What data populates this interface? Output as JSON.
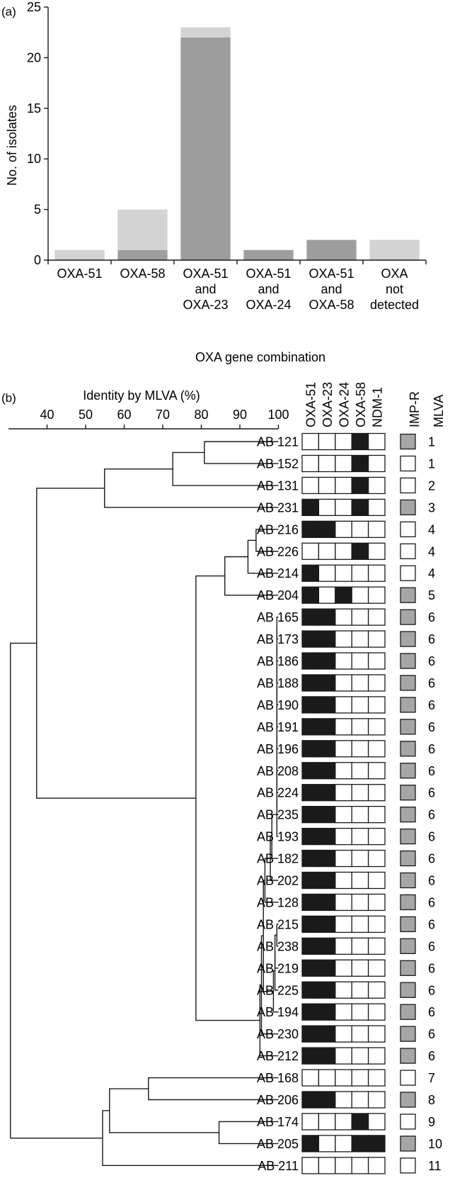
{
  "colors": {
    "light_bar": "#d3d3d3",
    "dark_bar": "#9e9e9e",
    "black_cell": "#1a1a1a",
    "gray_cell": "#a6a6a6",
    "white_cell": "#ffffff",
    "line": "#1a1a1a"
  },
  "chart_data": [
    {
      "type": "bar",
      "panel_label": "(a)",
      "ylabel": "No. of isolates",
      "xlabel": "OXA gene combination",
      "ylim": [
        0,
        25
      ],
      "yticks": [
        "0",
        "5",
        "10",
        "15",
        "20",
        "25"
      ],
      "categories": [
        [
          "OXA-51"
        ],
        [
          "OXA-58"
        ],
        [
          "OXA-51",
          "and",
          "OXA-23"
        ],
        [
          "OXA-51",
          "and",
          "OXA-24"
        ],
        [
          "OXA-51",
          "and",
          "OXA-58"
        ],
        [
          "OXA",
          "not",
          "detected"
        ]
      ],
      "series": [
        {
          "color": "dark",
          "values": [
            0,
            1,
            22,
            1,
            2,
            0
          ]
        },
        {
          "color": "light",
          "values": [
            1,
            4,
            1,
            0,
            0,
            2
          ]
        }
      ]
    },
    {
      "type": "table",
      "panel_label": "(b)",
      "axis_title": "Identity by MLVA (%)",
      "axis_ticks": [
        "40",
        "50",
        "60",
        "70",
        "80",
        "90",
        "100"
      ],
      "axis_range": [
        30,
        100
      ],
      "gene_columns": [
        "OXA-51",
        "OXA-23",
        "OXA-24",
        "OXA-58",
        "NDM-1"
      ],
      "impr_column": "IMP-R",
      "mlva_column": "MLVA",
      "isolates": [
        {
          "name": "AB 121",
          "genes": [
            0,
            0,
            0,
            1,
            0
          ],
          "impr": 1,
          "mlva": "1"
        },
        {
          "name": "AB 152",
          "genes": [
            0,
            0,
            0,
            1,
            0
          ],
          "impr": 0,
          "mlva": "1"
        },
        {
          "name": "AB 131",
          "genes": [
            0,
            0,
            0,
            1,
            0
          ],
          "impr": 0,
          "mlva": "2"
        },
        {
          "name": "AB 231",
          "genes": [
            1,
            0,
            0,
            1,
            0
          ],
          "impr": 1,
          "mlva": "3"
        },
        {
          "name": "AB 216",
          "genes": [
            1,
            1,
            0,
            0,
            0
          ],
          "impr": 0,
          "mlva": "4"
        },
        {
          "name": "AB 226",
          "genes": [
            0,
            0,
            0,
            1,
            0
          ],
          "impr": 0,
          "mlva": "4"
        },
        {
          "name": "AB 214",
          "genes": [
            1,
            0,
            0,
            0,
            0
          ],
          "impr": 0,
          "mlva": "4"
        },
        {
          "name": "AB 204",
          "genes": [
            1,
            0,
            1,
            0,
            0
          ],
          "impr": 1,
          "mlva": "5"
        },
        {
          "name": "AB 165",
          "genes": [
            1,
            1,
            0,
            0,
            0
          ],
          "impr": 1,
          "mlva": "6"
        },
        {
          "name": "AB 173",
          "genes": [
            1,
            1,
            0,
            0,
            0
          ],
          "impr": 1,
          "mlva": "6"
        },
        {
          "name": "AB 186",
          "genes": [
            1,
            1,
            0,
            0,
            0
          ],
          "impr": 1,
          "mlva": "6"
        },
        {
          "name": "AB 188",
          "genes": [
            1,
            1,
            0,
            0,
            0
          ],
          "impr": 1,
          "mlva": "6"
        },
        {
          "name": "AB 190",
          "genes": [
            1,
            1,
            0,
            0,
            0
          ],
          "impr": 1,
          "mlva": "6"
        },
        {
          "name": "AB 191",
          "genes": [
            1,
            1,
            0,
            0,
            0
          ],
          "impr": 1,
          "mlva": "6"
        },
        {
          "name": "AB 196",
          "genes": [
            1,
            1,
            0,
            0,
            0
          ],
          "impr": 1,
          "mlva": "6"
        },
        {
          "name": "AB 208",
          "genes": [
            1,
            1,
            0,
            0,
            0
          ],
          "impr": 1,
          "mlva": "6"
        },
        {
          "name": "AB 224",
          "genes": [
            1,
            1,
            0,
            0,
            0
          ],
          "impr": 1,
          "mlva": "6"
        },
        {
          "name": "AB 235",
          "genes": [
            1,
            1,
            0,
            0,
            0
          ],
          "impr": 1,
          "mlva": "6"
        },
        {
          "name": "AB 193",
          "genes": [
            1,
            1,
            0,
            0,
            0
          ],
          "impr": 1,
          "mlva": "6"
        },
        {
          "name": "AB 182",
          "genes": [
            1,
            1,
            0,
            0,
            0
          ],
          "impr": 1,
          "mlva": "6"
        },
        {
          "name": "AB 202",
          "genes": [
            1,
            1,
            0,
            0,
            0
          ],
          "impr": 1,
          "mlva": "6"
        },
        {
          "name": "AB 128",
          "genes": [
            1,
            1,
            0,
            0,
            0
          ],
          "impr": 1,
          "mlva": "6"
        },
        {
          "name": "AB 215",
          "genes": [
            1,
            1,
            0,
            0,
            0
          ],
          "impr": 1,
          "mlva": "6"
        },
        {
          "name": "AB 238",
          "genes": [
            1,
            1,
            0,
            0,
            0
          ],
          "impr": 1,
          "mlva": "6"
        },
        {
          "name": "AB 219",
          "genes": [
            1,
            1,
            0,
            0,
            0
          ],
          "impr": 1,
          "mlva": "6"
        },
        {
          "name": "AB 225",
          "genes": [
            1,
            1,
            0,
            0,
            0
          ],
          "impr": 1,
          "mlva": "6"
        },
        {
          "name": "AB 194",
          "genes": [
            1,
            1,
            0,
            0,
            0
          ],
          "impr": 1,
          "mlva": "6"
        },
        {
          "name": "AB 230",
          "genes": [
            1,
            1,
            0,
            0,
            0
          ],
          "impr": 1,
          "mlva": "6"
        },
        {
          "name": "AB 212",
          "genes": [
            1,
            1,
            0,
            0,
            0
          ],
          "impr": 1,
          "mlva": "6"
        },
        {
          "name": "AB 168",
          "genes": [
            0,
            0,
            0,
            0,
            0
          ],
          "impr": 0,
          "mlva": "7"
        },
        {
          "name": "AB 206",
          "genes": [
            1,
            1,
            0,
            0,
            0
          ],
          "impr": 1,
          "mlva": "8"
        },
        {
          "name": "AB 174",
          "genes": [
            0,
            0,
            0,
            1,
            0
          ],
          "impr": 0,
          "mlva": "9"
        },
        {
          "name": "AB 205",
          "genes": [
            1,
            0,
            0,
            1,
            1
          ],
          "impr": 1,
          "mlva": "10"
        },
        {
          "name": "AB 211",
          "genes": [
            0,
            0,
            0,
            0,
            0
          ],
          "impr": 0,
          "mlva": "11"
        }
      ],
      "dendrogram": [
        {
          "a": 0,
          "b": 1,
          "identity": 80.8
        },
        {
          "a": 0,
          "b": 2,
          "identity": 72.6
        },
        {
          "a": 0,
          "b": 3,
          "identity": 54.9
        },
        {
          "a": 4,
          "b": 5,
          "identity": 94.2
        },
        {
          "a": 4,
          "b": 6,
          "identity": 92.1
        },
        {
          "a": 4,
          "b": 7,
          "identity": 86.1
        },
        {
          "a": 8,
          "b": 9,
          "identity": 99.6
        },
        {
          "a": 8,
          "b": 10,
          "identity": 99.6
        },
        {
          "a": 8,
          "b": 11,
          "identity": 99.6
        },
        {
          "a": 8,
          "b": 12,
          "identity": 99.6
        },
        {
          "a": 8,
          "b": 13,
          "identity": 99.6
        },
        {
          "a": 8,
          "b": 14,
          "identity": 99.6
        },
        {
          "a": 8,
          "b": 15,
          "identity": 99.6
        },
        {
          "a": 8,
          "b": 16,
          "identity": 99.6
        },
        {
          "a": 8,
          "b": 17,
          "identity": 99.6
        },
        {
          "a": 8,
          "b": 18,
          "identity": 99.6
        },
        {
          "a": 8,
          "b": 19,
          "identity": 98.3
        },
        {
          "a": 8,
          "b": 20,
          "identity": 97.9
        },
        {
          "a": 8,
          "b": 21,
          "identity": 96.5
        },
        {
          "a": 22,
          "b": 23,
          "identity": 99.6
        },
        {
          "a": 22,
          "b": 24,
          "identity": 99.1
        },
        {
          "a": 22,
          "b": 25,
          "identity": 99.1
        },
        {
          "a": 22,
          "b": 26,
          "identity": 98.7
        },
        {
          "a": 8,
          "b": 22,
          "identity": 96.1
        },
        {
          "a": 8,
          "b": 27,
          "identity": 95.6
        },
        {
          "a": 8,
          "b": 28,
          "identity": 95.2
        },
        {
          "a": 4,
          "b": 8,
          "identity": 78.6
        },
        {
          "a": 0,
          "b": 4,
          "identity": 37.3
        },
        {
          "a": 29,
          "b": 30,
          "identity": 66.3
        },
        {
          "a": 31,
          "b": 32,
          "identity": 84.6
        },
        {
          "a": 29,
          "b": 31,
          "identity": 56.2
        },
        {
          "a": 29,
          "b": 33,
          "identity": 54.4
        },
        {
          "a": 0,
          "b": 29,
          "identity": 30.5
        }
      ]
    }
  ]
}
